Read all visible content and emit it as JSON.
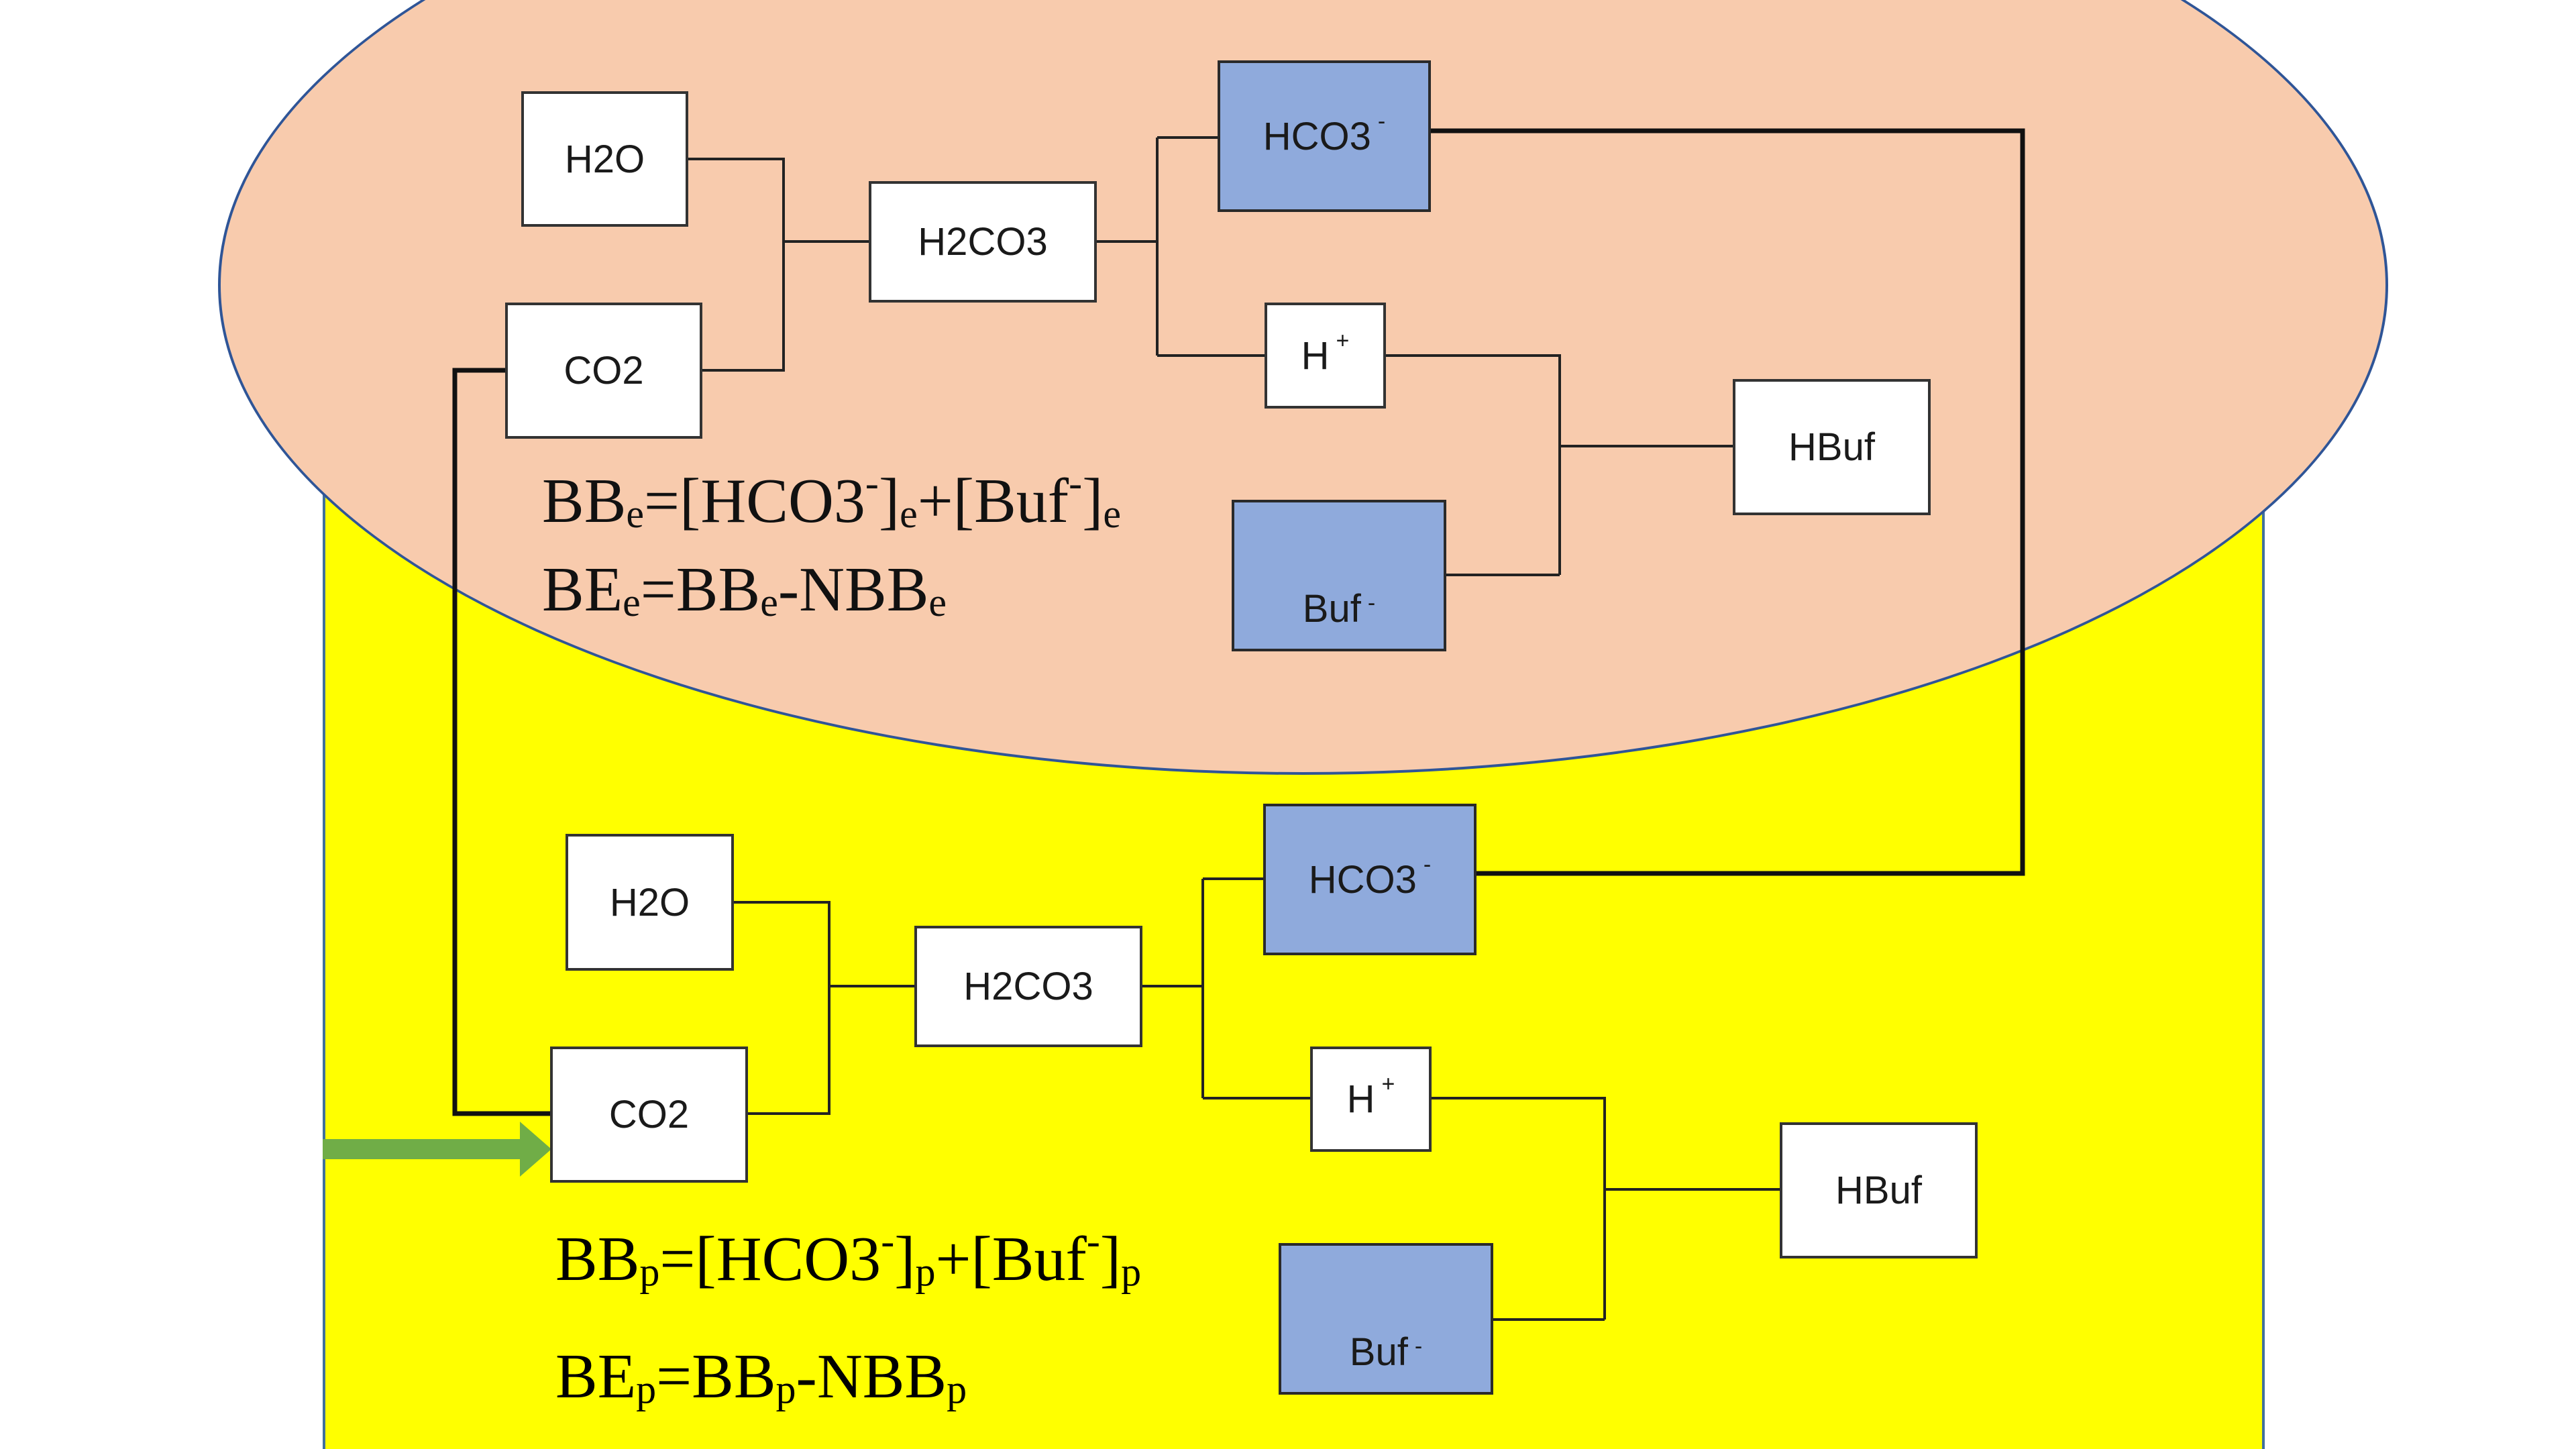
{
  "colors": {
    "cell_fill": "#f8cbad",
    "plasma_fill": "#ffff00",
    "ion_fill": "#8faadc",
    "neutral_fill": "#ffffff",
    "arrow": "#70ad47"
  },
  "erythrocyte": {
    "h2o": "H2O",
    "co2": "CO2",
    "h2co3": "H2CO3",
    "hco3": "HCO3",
    "hco3_charge": "-",
    "h": "H",
    "h_charge": "+",
    "buf": "Buf",
    "buf_charge": "-",
    "hbuf": "HBuf",
    "bb_formula": {
      "bb": "BB",
      "sub1": "e",
      "eq": "=[HCO3",
      "minus1": "-",
      "close1": "]",
      "sub2": "e",
      "plus": "+[Buf",
      "minus2": "-",
      "close2": "]",
      "sub3": "e"
    },
    "be_formula": {
      "be": "BE",
      "sub1": "e",
      "eq": "=BB",
      "sub2": "e",
      "minus": "-NBB",
      "sub3": "e"
    }
  },
  "plasma": {
    "h2o": "H2O",
    "co2": "CO2",
    "h2co3": "H2CO3",
    "hco3": "HCO3",
    "hco3_charge": "-",
    "h": "H",
    "h_charge": "+",
    "buf": "Buf",
    "buf_charge": "-",
    "hbuf": "HBuf",
    "bb_formula": {
      "bb": "BB",
      "sub1": "p",
      "eq": "=[HCO3",
      "minus1": "-",
      "close1": "]",
      "sub2": "p",
      "plus": "+[Buf",
      "minus2": "-",
      "close2": "]",
      "sub3": "p"
    },
    "be_formula": {
      "be": "BE",
      "sub1": "p",
      "eq": "=BB",
      "sub2": "p",
      "minus": "-NBB",
      "sub3": "p"
    }
  }
}
